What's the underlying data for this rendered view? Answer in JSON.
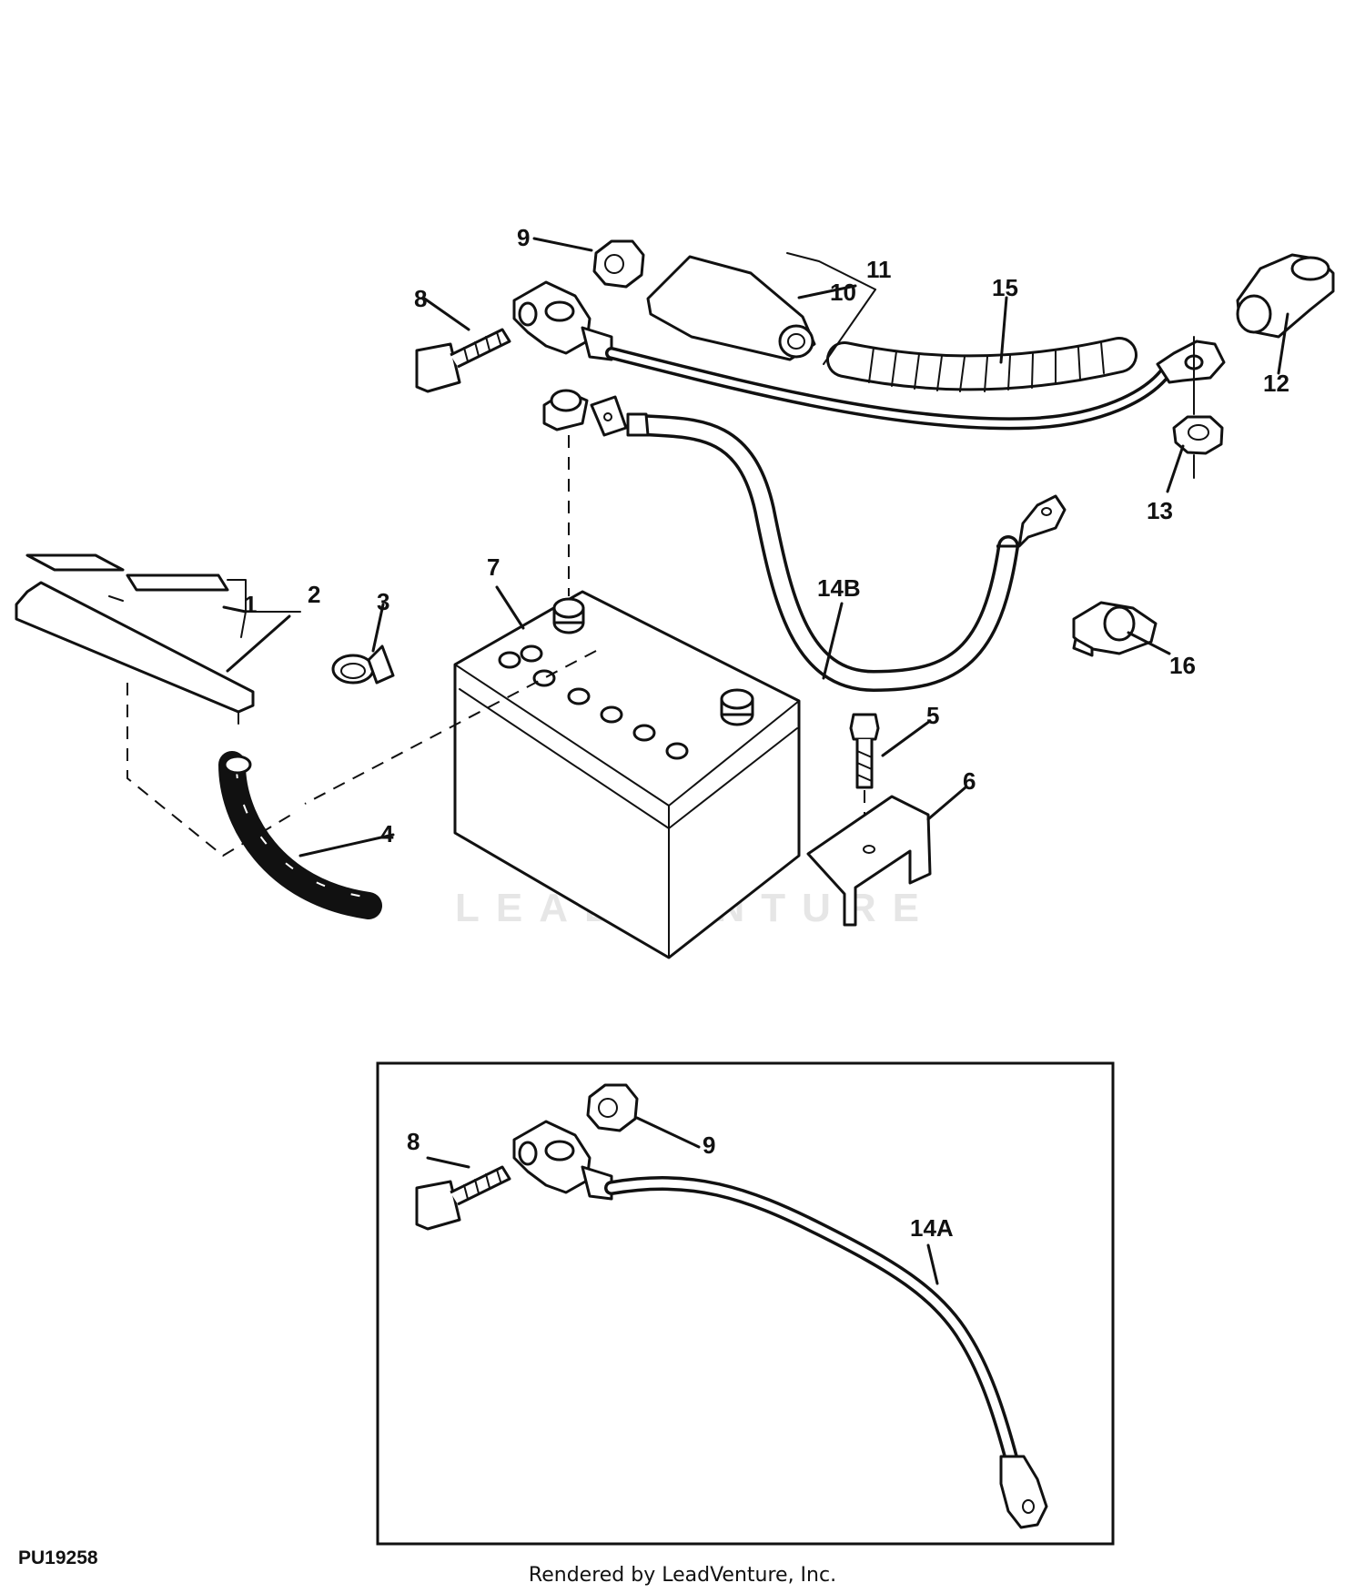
{
  "figure_id": "PU19258",
  "credit": "Rendered by LeadVenture, Inc.",
  "watermark": "LEADVENTURE",
  "callouts": {
    "c1": "1",
    "c2": "2",
    "c3": "3",
    "c4": "4",
    "c5": "5",
    "c6": "6",
    "c7": "7",
    "c8": "8",
    "c9": "9",
    "c10": "10",
    "c11": "11",
    "c12": "12",
    "c13": "13",
    "c14b": "14B",
    "c15": "15",
    "c16": "16",
    "inset_c8": "8",
    "inset_c9": "9",
    "inset_c14a": "14A"
  }
}
